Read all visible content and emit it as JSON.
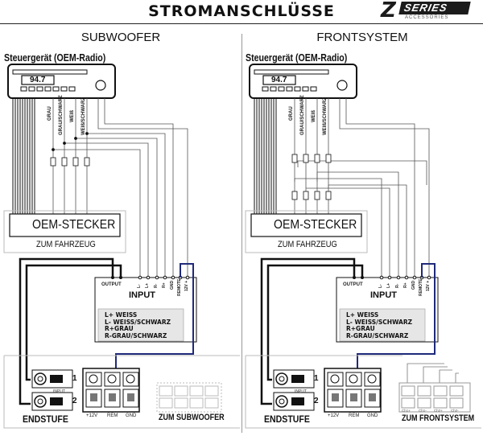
{
  "header": {
    "title": "STROMANSCHLÜSSE",
    "logo_z": "Z",
    "logo_series": "SERIES",
    "logo_accessories": "ACCESSORIES"
  },
  "left": {
    "title": "SUBWOOFER",
    "radio_label": "Steuergerät (OEM-Radio)",
    "radio_freq": "94.7",
    "wire_labels": [
      "GRAU",
      "GRAU/SCHWARZ",
      "WEIß",
      "WEIß/SCHWARZ"
    ],
    "oem_title": "OEM-STECKER",
    "oem_sub": "ZUM FAHRZEUG",
    "output": "OUTPUT",
    "input": "INPUT",
    "input_pins": [
      "L-",
      "L+",
      "R-",
      "R+"
    ],
    "gnd": "GND",
    "remote": "REMOTE",
    "v12": "12V +",
    "legend": [
      "L+ WEISS",
      "L- WEISS/SCHWARZ",
      "R+GRAU",
      "R-GRAU/SCHWARZ"
    ],
    "ch1": "1",
    "ch2": "2",
    "input_small": "INPUT",
    "amp_label": "ENDSTUFE",
    "terminals": [
      "+12V",
      "REM",
      "GND"
    ],
    "zum": "ZUM SUBWOOFER"
  },
  "right": {
    "title": "FRONTSYSTEM",
    "radio_label": "Steuergerät (OEM-Radio)",
    "radio_freq": "94.7",
    "wire_labels": [
      "GRAU",
      "GRAU/SCHWARZ",
      "WEIß",
      "WEIß/SCHWARZ"
    ],
    "oem_title": "OEM-STECKER",
    "oem_sub": "ZUM FAHRZEUG",
    "output": "OUTPUT",
    "input": "INPUT",
    "input_pins": [
      "L-",
      "L+",
      "R-",
      "R+"
    ],
    "gnd": "GND",
    "remote": "REMOTE",
    "v12": "12V +",
    "legend": [
      "L+ WEISS",
      "L- WEISS/SCHWARZ",
      "R+GRAU",
      "R-GRAU/SCHWARZ"
    ],
    "ch1": "1",
    "ch2": "2",
    "input_small": "INPUT",
    "amp_label": "ENDSTUFE",
    "terminals": [
      "+12V",
      "REM",
      "GND"
    ],
    "speaker_terms": [
      "Ch1+",
      "Ch1-",
      "Ch2+",
      "Ch2-"
    ],
    "zum": "ZUM FRONTSYSTEM"
  },
  "colors": {
    "remote_wire": "#1f2a7a",
    "ink": "#111111",
    "thin_wire": "#555555"
  }
}
